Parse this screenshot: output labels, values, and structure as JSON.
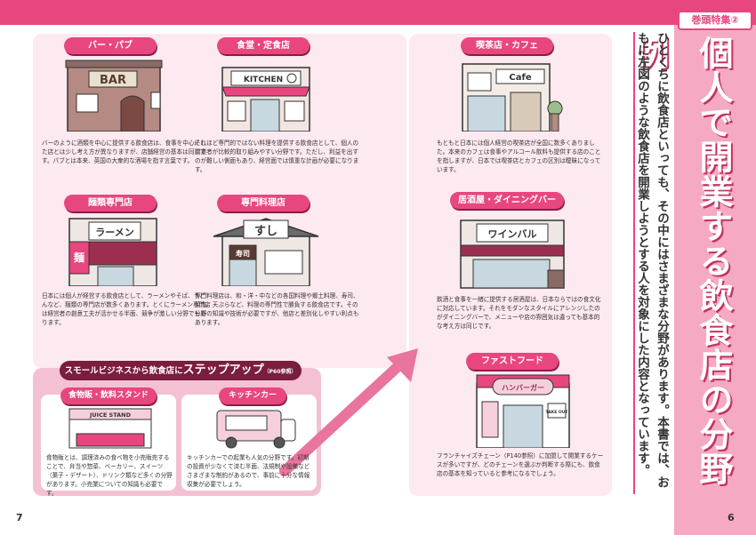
{
  "colors": {
    "accent": "#e8467f",
    "panel": "#fde9f0",
    "dark": "#7a1d3f"
  },
  "feature": {
    "badge": "巻頭特集②",
    "title": "個人で開業する飲食店の分野例",
    "subtitle": "ひとくちに飲食店といっても、その中にはさまざまな分野があります。本書では、おもに左図のような飲食店を開業しようとする人を対象にした内容となっています。"
  },
  "pages": {
    "left": "7",
    "right": "6"
  },
  "categories": {
    "bar": {
      "label": "バー・パブ",
      "sign": "BAR",
      "desc": "バーのように酒類を中心に提供する飲食店は、食事を中心にした店とは少し考え方が異なりますが、店舗経営の基本は同じです。パブとは本来、英国の大衆的な酒場を指す言葉です。"
    },
    "shokudo": {
      "label": "食堂・定食店",
      "sign": "KITCHEN",
      "desc": "それほど専門的ではない料理を提供する飲食店として、個人の開業者が比較的取り組みやすい分野です。ただし、利益を出すのが難しい側面もあり、経営面では慎重な計画が必要になります。"
    },
    "cafe": {
      "label": "喫茶店・カフェ",
      "sign": "Cafe",
      "desc": "もともと日本には個人経営の喫茶店が全国に数多くありました。本来のカフェは食事やアルコール飲料も提供する店のことを指しますが、日本では喫茶店とカフェの区別は曖昧になっています。"
    },
    "menrui": {
      "label": "麺類専門店",
      "sign": "ラーメン",
      "noren": "麺",
      "desc": "日本には個人が経営する飲食店として、ラーメンやそば、うどんなど、麺類の専門店が数多くあります。とくにラーメン専門店は経営者の創意工夫が活かせる半面、競争が激しい分野でもあります。"
    },
    "senmon": {
      "label": "専門料理店",
      "sign": "すし",
      "noren": "寿司",
      "desc": "専門料理店は、和・洋・中などの各国料理や郷土料理、寿司、焼肉、天ぷらなど、料理の専門性で勝負する飲食店です。その分野の知識や技術が必要ですが、他店と差別化しやすい利点もあります。"
    },
    "izakaya": {
      "label": "居酒屋・ダイニングバー",
      "sign": "ワインバル",
      "desc": "飲酒と食事を一緒に提供する居酒屋は、日本ならではの食文化に対応しています。それをモダンなスタイルにアレンジしたのがダイニングバーで、メニューや店の雰囲気は違っても基本的な考え方は同じです。"
    },
    "fastfood": {
      "label": "ファストフード",
      "sign": "ハンバーガー",
      "takeout": "TAKE OUT",
      "desc": "フランチャイズチェーン（P140参照）に加盟して開業するケースが多いですが、どのチェーンを選ぶか判断する際にも、飲食店の基本を知っていると参考になるでしょう。"
    }
  },
  "step_up": {
    "prefix": "スモールビジネスから飲食店に",
    "main": "ステップアップ",
    "ref": "（P60参照）",
    "food_stand": {
      "label": "食物販・飲料スタンド",
      "sign": "JUICE STAND",
      "desc": "食物販とは、調理済みの食べ物を小売販売することで、弁当や惣菜、ベーカリー、スイーツ（菓子・デザート）、ドリンク類など多くの分野があります。小売業についての知識も必要です。"
    },
    "kitchen_car": {
      "label": "キッチンカー",
      "desc": "キッチンカーでの起業も人気の分野です。初期の投資が少なくて済む半面、法規制や設備などさまざまな制約があるので、事前に十分な情報収集が必要でしょう。"
    }
  }
}
